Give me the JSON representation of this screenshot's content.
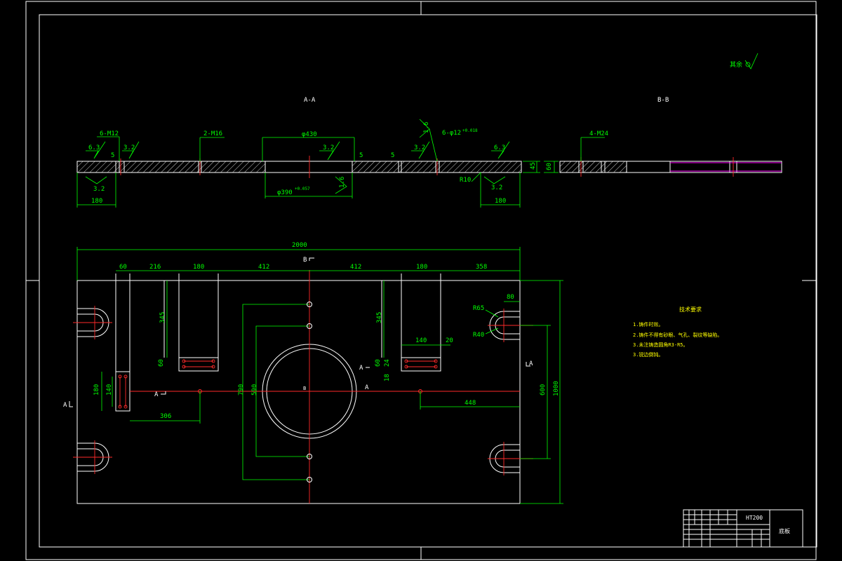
{
  "sections": {
    "aa_title": "A-A",
    "bb_title": "B-B"
  },
  "roughness_note": {
    "label": "其余"
  },
  "section_aa": {
    "hole_6m12": "6-M12",
    "hole_2m16": "2-M16",
    "dia_430": "φ430",
    "roughness_63_left": "6.3",
    "roughness_32_a": "3.2",
    "roughness_32_b": "3.2",
    "roughness_32_c": "3.2",
    "roughness_16_top": "1.6",
    "hole_6phi12": "6-φ12",
    "tol_phi12": "+0.018",
    "roughness_63_right": "6.3",
    "depth_5_a": "5",
    "depth_5_b": "5",
    "depth_5_c": "5",
    "height_45": "45",
    "roughness_32_bottom_left": "3.2",
    "dim_180_left": "180",
    "dia_390": "φ390",
    "tol_390": "+0.057",
    "roughness_16_bottom": "1.6",
    "radius_r10": "R10",
    "roughness_32_bottom_right": "3.2",
    "dim_180_right": "180"
  },
  "section_bb": {
    "hole_4m24": "4-M24",
    "height_60": "60"
  },
  "plan_view": {
    "dim_2000": "2000",
    "dim_60": "60",
    "dim_216": "216",
    "dim_180_a": "180",
    "dim_412_a": "412",
    "dim_412_b": "412",
    "dim_180_b": "180",
    "dim_358": "358",
    "section_mark_b_top": "B",
    "dim_345_left": "345",
    "dim_60_left": "60",
    "dim_345_right": "345",
    "dim_60_right": "60",
    "dim_24": "24",
    "dim_18": "18",
    "dim_140_top": "140",
    "dim_20": "20",
    "r65": "R65",
    "r40": "R40",
    "dim_80": "80",
    "dim_180_side": "180",
    "dim_140_side": "140",
    "section_mark_a_left": "A",
    "section_mark_a_mid": "A",
    "dim_306": "306",
    "dim_790": "790",
    "dim_590": "590",
    "section_mark_b_center": "B",
    "section_mark_a_center": "A",
    "dim_448": "448",
    "section_mark_a_right_mid": "A",
    "section_mark_a_right": "A",
    "dim_600": "600",
    "dim_1000": "1000"
  },
  "tech_requirements": {
    "title": "技术要求",
    "items": [
      "1.铸件时效。",
      "2.铸件不得有砂眼、气孔、裂纹等缺陷。",
      "3.未注铸造圆角R3-R5。",
      "3.锐边倒钝。"
    ]
  },
  "title_block": {
    "material": "HT200",
    "part_name": "底板"
  },
  "colors": {
    "background": "#000000",
    "outline": "#ffffff",
    "dimension": "#00ff00",
    "centerline": "#ff2a2a",
    "hidden": "#ff00ff",
    "highlight": "#ffff00"
  }
}
